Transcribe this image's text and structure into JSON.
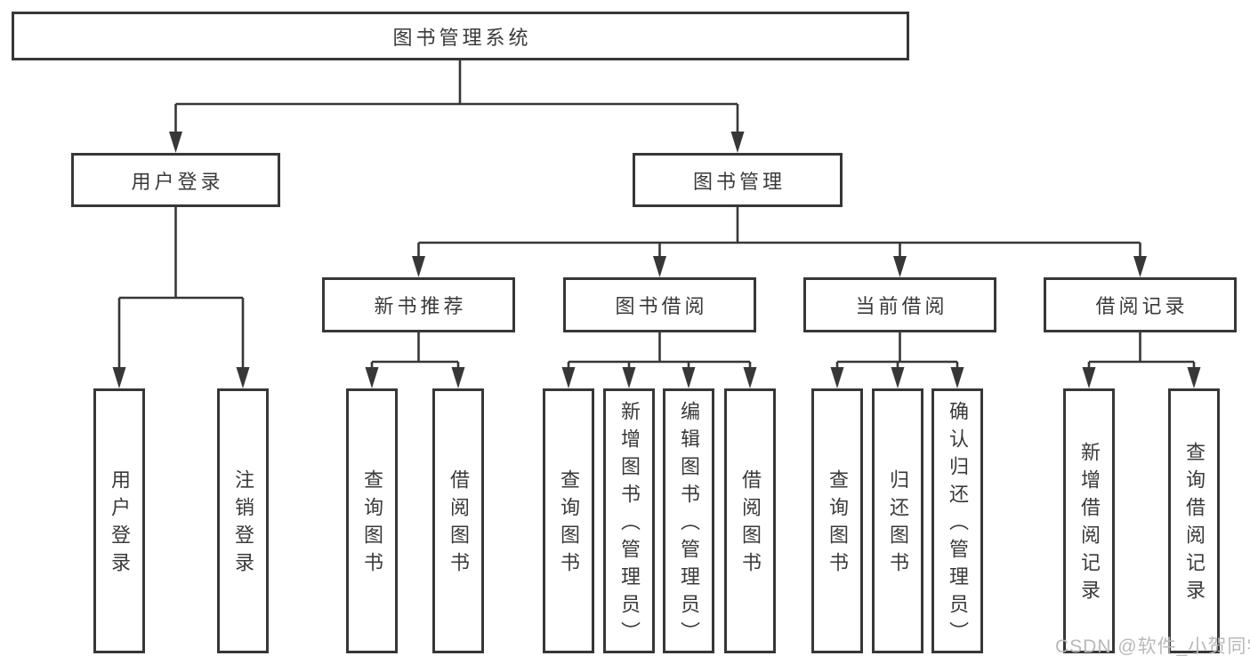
{
  "diagram": {
    "type": "hierarchy-flowchart",
    "root": {
      "label": "图书管理系统"
    },
    "branches": [
      {
        "label": "用户登录",
        "children": [
          {
            "label": "用户登录"
          },
          {
            "label": "注销登录"
          }
        ]
      },
      {
        "label": "图书管理",
        "children": [
          {
            "label": "新书推荐",
            "children": [
              {
                "label": "查询图书"
              },
              {
                "label": "借阅图书"
              }
            ]
          },
          {
            "label": "图书借阅",
            "children": [
              {
                "label": "查询图书"
              },
              {
                "label": "新增图书（管理员）"
              },
              {
                "label": "编辑图书（管理员）"
              },
              {
                "label": "借阅图书"
              }
            ]
          },
          {
            "label": "当前借阅",
            "children": [
              {
                "label": "查询图书"
              },
              {
                "label": "归还图书"
              },
              {
                "label": "确认归还（管理员）"
              }
            ]
          },
          {
            "label": "借阅记录",
            "children": [
              {
                "label": "新增借阅记录"
              },
              {
                "label": "查询借阅记录"
              }
            ]
          }
        ]
      }
    ]
  },
  "watermark": {
    "text": "CSDN @软件_小贺同学",
    "color": "#b9b9b9"
  },
  "colors": {
    "line": "#373737",
    "text": "#3a3a3a",
    "box_background": "#ffffff"
  }
}
